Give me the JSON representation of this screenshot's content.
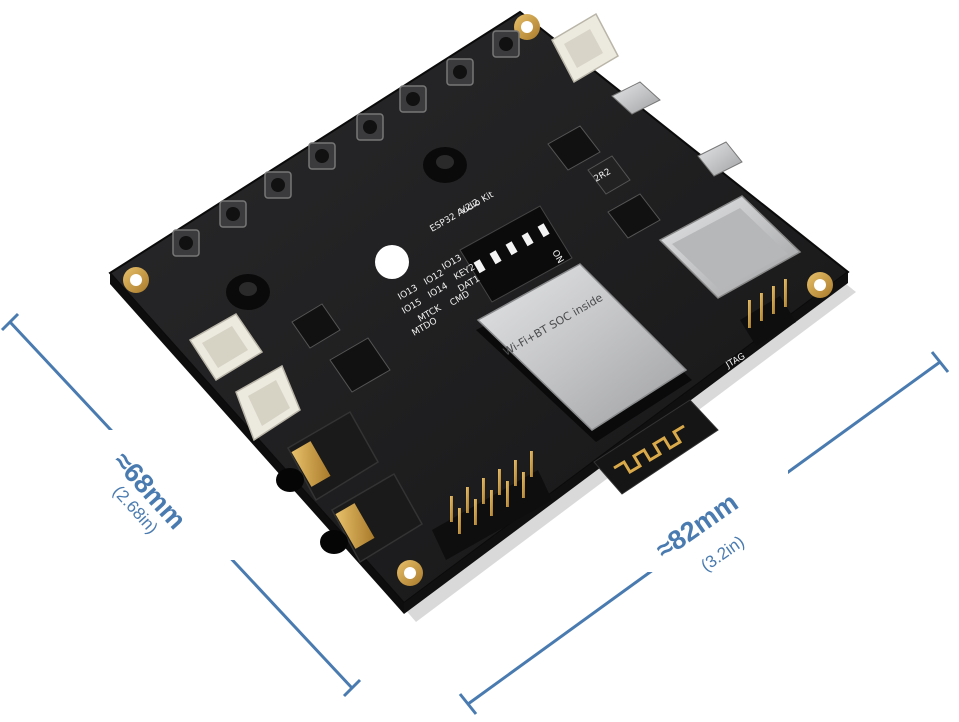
{
  "dimensions": {
    "height_main": "≈68mm",
    "height_sub": "(2.68in)",
    "width_main": "≈82mm",
    "width_sub": "(3.2in)"
  },
  "board": {
    "name": "ESP32 Audio Kit",
    "version": "V2.2",
    "pcb_color": "#1c1c1e",
    "module_label": "Wi-Fi+BT SOC inside",
    "silkscreen": [
      "IO13",
      "IO15",
      "IO12",
      "IO14",
      "IO13",
      "KEY2",
      "DAT1",
      "CMD",
      "MTCK",
      "MTDO",
      "JTAG",
      "2R2",
      "ON"
    ]
  },
  "colors": {
    "dimension_line": "#4a7bb0",
    "pcb": "#1c1c1e",
    "module_metal": "#c8c9cb",
    "connector": "#e9e6dc"
  }
}
